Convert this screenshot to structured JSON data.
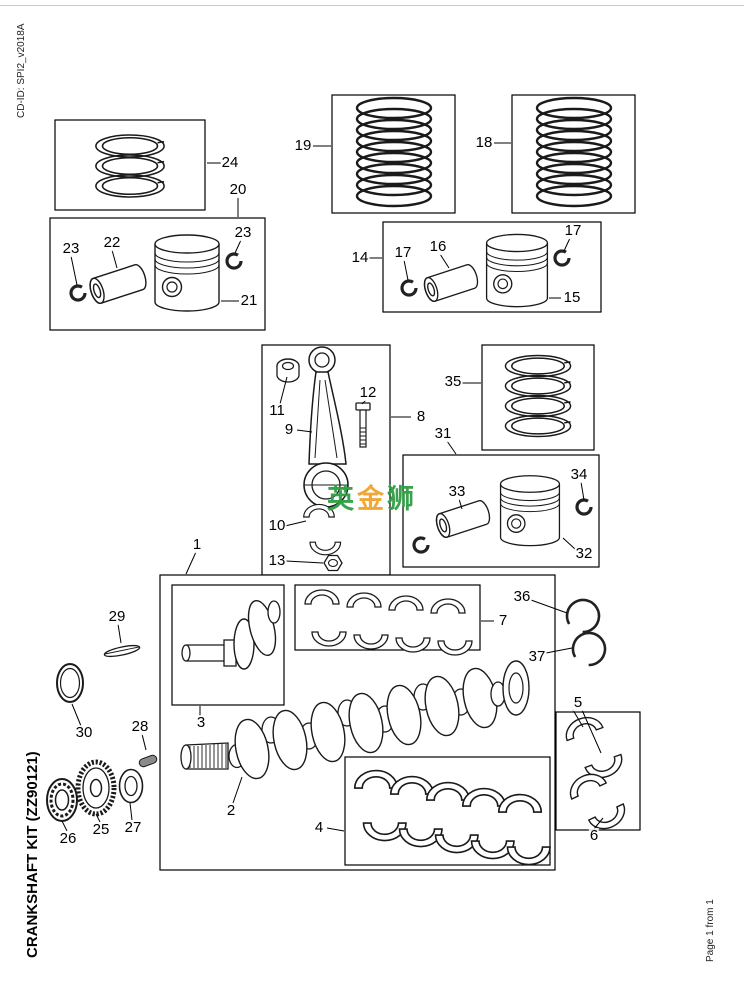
{
  "page": {
    "cd_id": "CD-ID: SPI2_v2018A",
    "kit_title": "CRANKSHAFT KIT (ZZ90121)",
    "page_label": "Page 1 from 1"
  },
  "watermark": {
    "char1": "英",
    "char2": "金",
    "char3": "狮",
    "color_green": "#2f9e44",
    "color_yellow": "#f0a32a"
  },
  "callouts": {
    "c1": "1",
    "c2": "2",
    "c3": "3",
    "c4": "4",
    "c5": "5",
    "c6": "6",
    "c7": "7",
    "c8": "8",
    "c9": "9",
    "c10": "10",
    "c11": "11",
    "c12": "12",
    "c13": "13",
    "c14": "14",
    "c15": "15",
    "c16": "16",
    "c17a": "17",
    "c17b": "17",
    "c18": "18",
    "c19": "19",
    "c20": "20",
    "c21": "21",
    "c22": "22",
    "c23a": "23",
    "c23b": "23",
    "c24": "24",
    "c25": "25",
    "c26": "26",
    "c27": "27",
    "c28": "28",
    "c29": "29",
    "c30": "30",
    "c31": "31",
    "c32": "32",
    "c33": "33",
    "c34": "34",
    "c35": "35",
    "c36": "36",
    "c37": "37"
  }
}
